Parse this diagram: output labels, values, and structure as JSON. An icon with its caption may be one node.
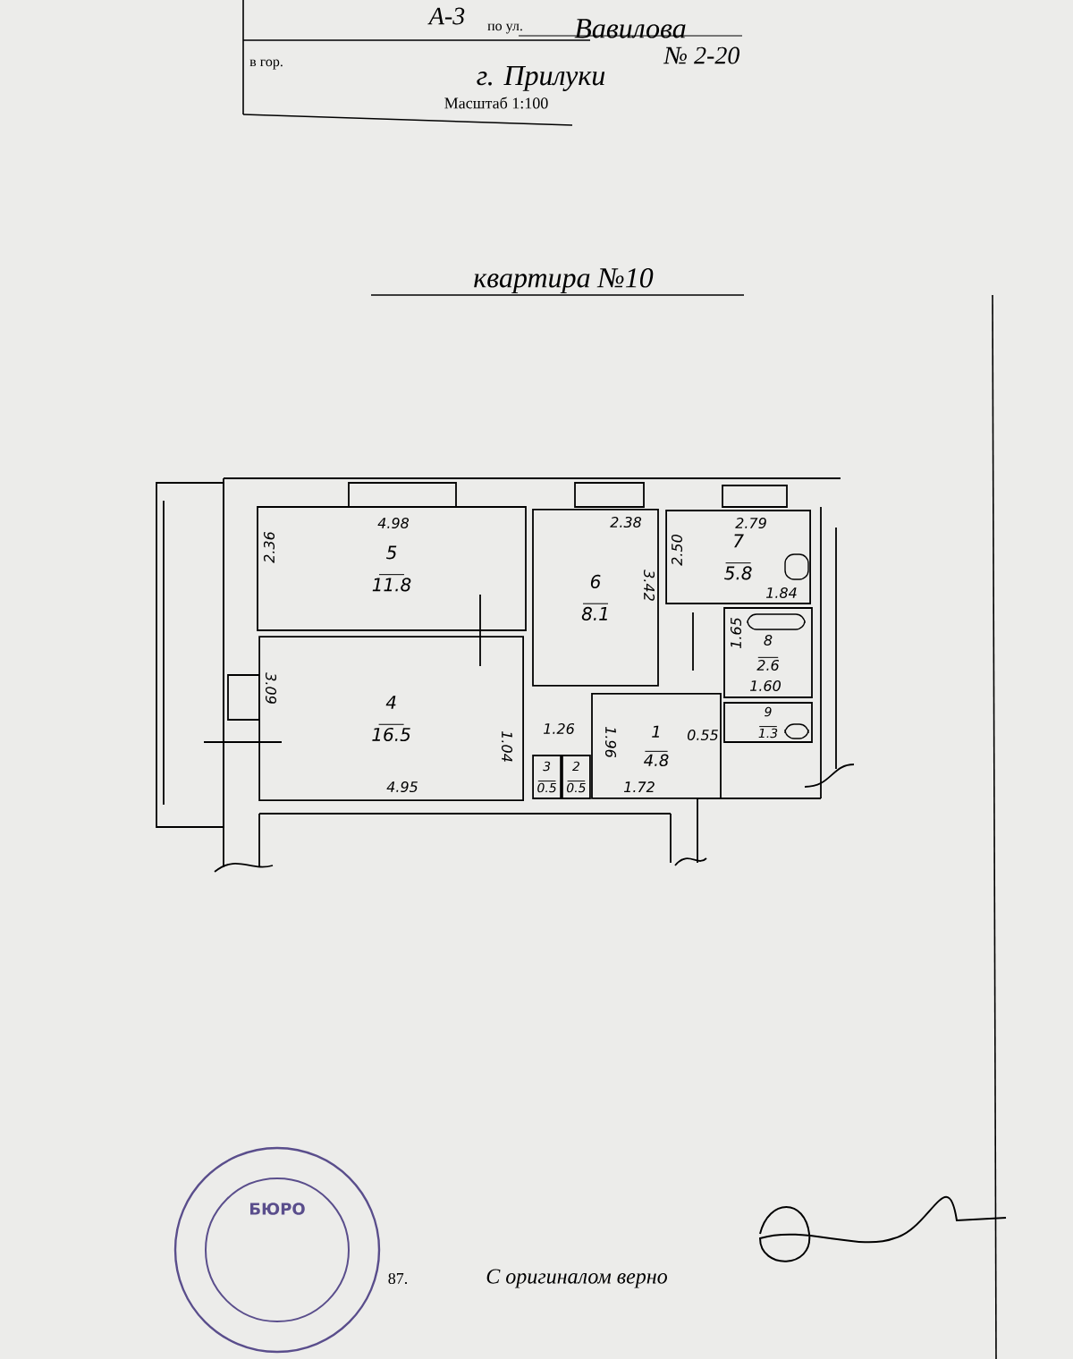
{
  "diagram": {
    "title": "квартира №10",
    "nodes": [
      {
        "text": [
          "5",
          "11.8"
        ]
      },
      {
        "text": [
          "6",
          "8.1"
        ]
      },
      {
        "text": [
          "7",
          "5.8"
        ]
      },
      {
        "text": [
          "8",
          "2.6"
        ]
      },
      {
        "text": [
          "4",
          "16.5"
        ]
      },
      {
        "text": [
          "1",
          "4.8"
        ]
      },
      {
        "text": [
          "9",
          "1.3"
        ]
      },
      {
        "text": [
          "3",
          "0.5"
        ]
      },
      {
        "text": [
          "2",
          "0.5"
        ]
      }
    ],
    "labels": [
      "А-3",
      "по ул.",
      "Вавилова",
      "№ 2-20",
      "в гор.",
      "г. Прилуки",
      "Масштаб 1:100",
      "4.98",
      "2.38",
      "2.79",
      "2.36",
      "2.50",
      "3.42",
      "1.84",
      "1.65",
      "1.60",
      "3.09",
      "0.55",
      "1.26",
      "1.04",
      "1.96",
      "4.95",
      "1.72",
      "БЮРО",
      "87.",
      "С оригиналом верно"
    ]
  }
}
